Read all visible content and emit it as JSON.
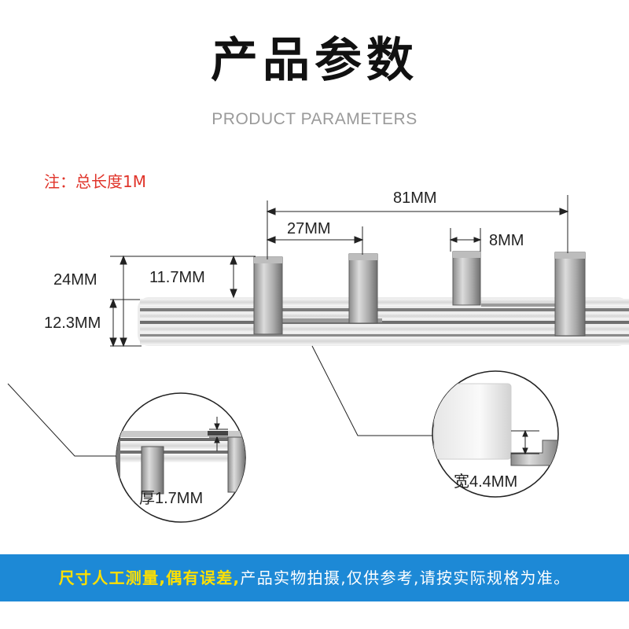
{
  "header": {
    "title": "产品参数",
    "subtitle": "PRODUCT PARAMETERS"
  },
  "note": "注：总长度1M",
  "dimensions": {
    "total_pitch": "81MM",
    "pitch": "27MM",
    "pin_width": "8MM",
    "total_height": "24MM",
    "pin_height": "11.7MM",
    "bar_height": "12.3MM",
    "thickness": "厚1.7MM",
    "width": "宽4.4MM"
  },
  "banner": {
    "highlight": "尺寸人工测量,偶有误差,",
    "rest": "产品实物拍摄,仅供参考,请按实际规格为准。"
  },
  "colors": {
    "note": "#e0342a",
    "banner_bg": "#1d89d6",
    "banner_highlight": "#ffe000"
  }
}
